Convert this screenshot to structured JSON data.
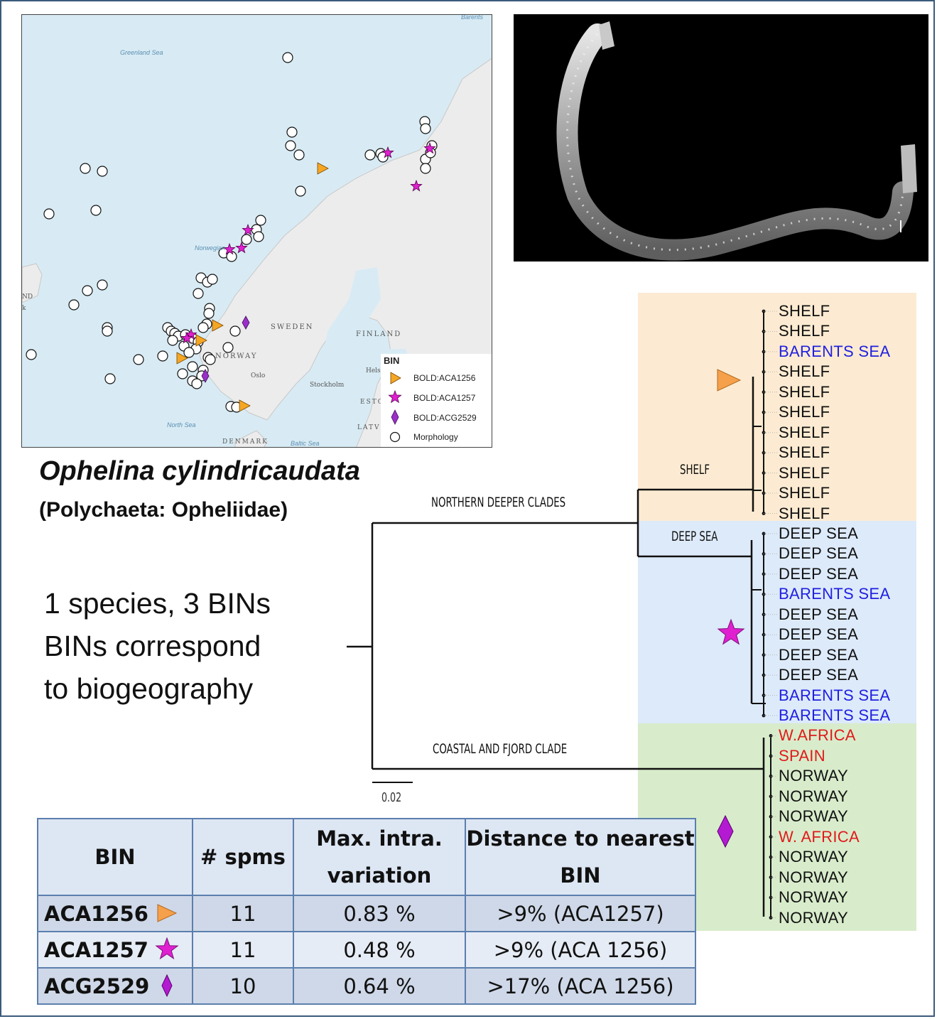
{
  "map": {
    "seas": [
      "Greenland Sea",
      "Barents",
      "Norwegian",
      "North Sea",
      "Baltic Sea"
    ],
    "places": [
      "SWEDEN",
      "FINLAND",
      "NORWAY",
      "Oslo",
      "Stockholm",
      "Helsi",
      "ESTONI",
      "LATVI",
      "DENMARK",
      "ND",
      "k"
    ],
    "legend": {
      "title": "BIN",
      "items": [
        {
          "label": "BOLD:ACA1256",
          "symbol": "triangle",
          "color": "#f5a623"
        },
        {
          "label": "BOLD:ACA1257",
          "symbol": "star",
          "color": "#e020d0"
        },
        {
          "label": "BOLD:ACG2529",
          "symbol": "diamond",
          "color": "#9b2fc8"
        },
        {
          "label": "Morphology",
          "symbol": "circle",
          "color": "#ffffff"
        }
      ]
    }
  },
  "species": {
    "name": "Ophelina cylindricaudata",
    "classification": "(Polychaeta: Opheliidae)"
  },
  "summary": [
    "1 species, 3 BINs",
    "BINs correspond",
    "to biogeography"
  ],
  "tree": {
    "clades": {
      "northern": "NORTHERN DEEPER CLADES",
      "coastal": "COASTAL AND FJORD CLADE",
      "shelf": "SHELF",
      "deep": "DEEP SEA"
    },
    "scale": "0.02",
    "tips": [
      {
        "label": "SHELF",
        "region": "black"
      },
      {
        "label": "SHELF",
        "region": "black"
      },
      {
        "label": "BARENTS SEA",
        "region": "blue"
      },
      {
        "label": "SHELF",
        "region": "black"
      },
      {
        "label": "SHELF",
        "region": "black"
      },
      {
        "label": "SHELF",
        "region": "black"
      },
      {
        "label": "SHELF",
        "region": "black"
      },
      {
        "label": "SHELF",
        "region": "black"
      },
      {
        "label": "SHELF",
        "region": "black"
      },
      {
        "label": "SHELF",
        "region": "black"
      },
      {
        "label": "SHELF",
        "region": "black"
      },
      {
        "label": "DEEP SEA",
        "region": "black"
      },
      {
        "label": "DEEP SEA",
        "region": "black"
      },
      {
        "label": "DEEP SEA",
        "region": "black"
      },
      {
        "label": "BARENTS SEA",
        "region": "blue"
      },
      {
        "label": "DEEP SEA",
        "region": "black"
      },
      {
        "label": "DEEP SEA",
        "region": "black"
      },
      {
        "label": "DEEP SEA",
        "region": "black"
      },
      {
        "label": "DEEP SEA",
        "region": "black"
      },
      {
        "label": "BARENTS SEA",
        "region": "blue"
      },
      {
        "label": "BARENTS SEA",
        "region": "blue"
      },
      {
        "label": "W.AFRICA",
        "region": "red"
      },
      {
        "label": "SPAIN",
        "region": "red"
      },
      {
        "label": "NORWAY",
        "region": "black"
      },
      {
        "label": "NORWAY",
        "region": "black"
      },
      {
        "label": "NORWAY",
        "region": "black"
      },
      {
        "label": "W. AFRICA",
        "region": "red"
      },
      {
        "label": "NORWAY",
        "region": "black"
      },
      {
        "label": "NORWAY",
        "region": "black"
      },
      {
        "label": "NORWAY",
        "region": "black"
      },
      {
        "label": "NORWAY",
        "region": "black"
      }
    ]
  },
  "table": {
    "headers": [
      "BIN",
      "# spms",
      "Max. intra. variation",
      "Distance to nearest BIN"
    ],
    "rows": [
      {
        "bin": "ACA1256",
        "symbol": "triangle",
        "spms": "11",
        "variation": "0.83 %",
        "distance": ">9% (ACA1257)"
      },
      {
        "bin": "ACA1257",
        "symbol": "star",
        "spms": "11",
        "variation": "0.48 %",
        "distance": ">9% (ACA 1256)"
      },
      {
        "bin": "ACG2529",
        "symbol": "diamond",
        "spms": "10",
        "variation": "0.64 %",
        "distance": ">17% (ACA 1256)"
      }
    ]
  },
  "colors": {
    "shelf_band": "#fcebd2",
    "deep_band": "#ddeafa",
    "coastal_band": "#d8eccb",
    "triangle": "#f5a04a",
    "star": "#e020d0",
    "diamond": "#b41ad2"
  }
}
